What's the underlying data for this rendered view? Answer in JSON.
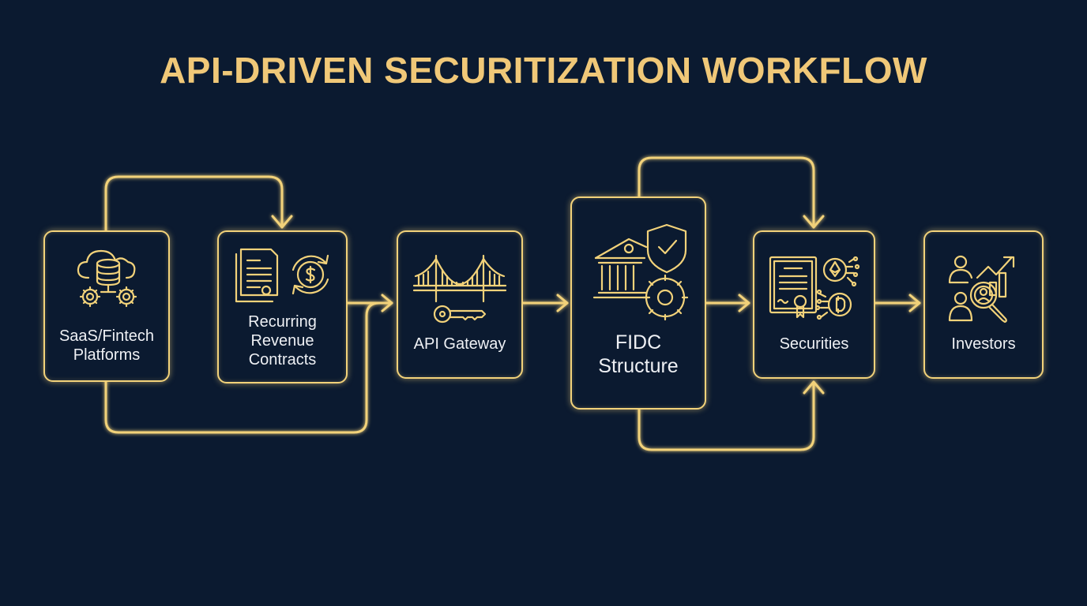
{
  "title": "API-DRIVEN SECURITIZATION WORKFLOW",
  "colors": {
    "background": "#0b1a30",
    "accent": "#f2d27a",
    "title": "#f0c878",
    "text": "#eef0f4"
  },
  "nodes": [
    {
      "id": "saas",
      "label": "SaaS/Fintech Platforms",
      "lines": [
        "SaaS/Fintech",
        "Platforms"
      ],
      "icon": "cloud-database-gears-icon"
    },
    {
      "id": "contracts",
      "label": "Recurring Revenue Contracts",
      "lines": [
        "Recurring",
        "Revenue",
        "Contracts"
      ],
      "icon": "contract-recurring-dollar-icon"
    },
    {
      "id": "gateway",
      "label": "API Gateway",
      "lines": [
        "API Gateway"
      ],
      "icon": "bridge-key-icon"
    },
    {
      "id": "fidc",
      "label": "FIDC Structure",
      "lines": [
        "FIDC",
        "Structure"
      ],
      "icon": "bank-shield-gear-icon"
    },
    {
      "id": "securities",
      "label": "Securities",
      "lines": [
        "Securities"
      ],
      "icon": "certificate-crypto-icon"
    },
    {
      "id": "investors",
      "label": "Investors",
      "lines": [
        "Investors"
      ],
      "icon": "investors-chart-magnifier-icon"
    }
  ],
  "edges": [
    {
      "from": "saas",
      "to": "contracts",
      "route": "over-top"
    },
    {
      "from": "saas",
      "to": "gateway",
      "route": "under-bottom"
    },
    {
      "from": "contracts",
      "to": "gateway",
      "route": "direct"
    },
    {
      "from": "gateway",
      "to": "fidc",
      "route": "direct"
    },
    {
      "from": "fidc",
      "to": "securities",
      "route": "direct"
    },
    {
      "from": "fidc",
      "to": "securities",
      "route": "over-top"
    },
    {
      "from": "fidc",
      "to": "securities",
      "route": "under-bottom"
    },
    {
      "from": "securities",
      "to": "investors",
      "route": "direct"
    }
  ]
}
